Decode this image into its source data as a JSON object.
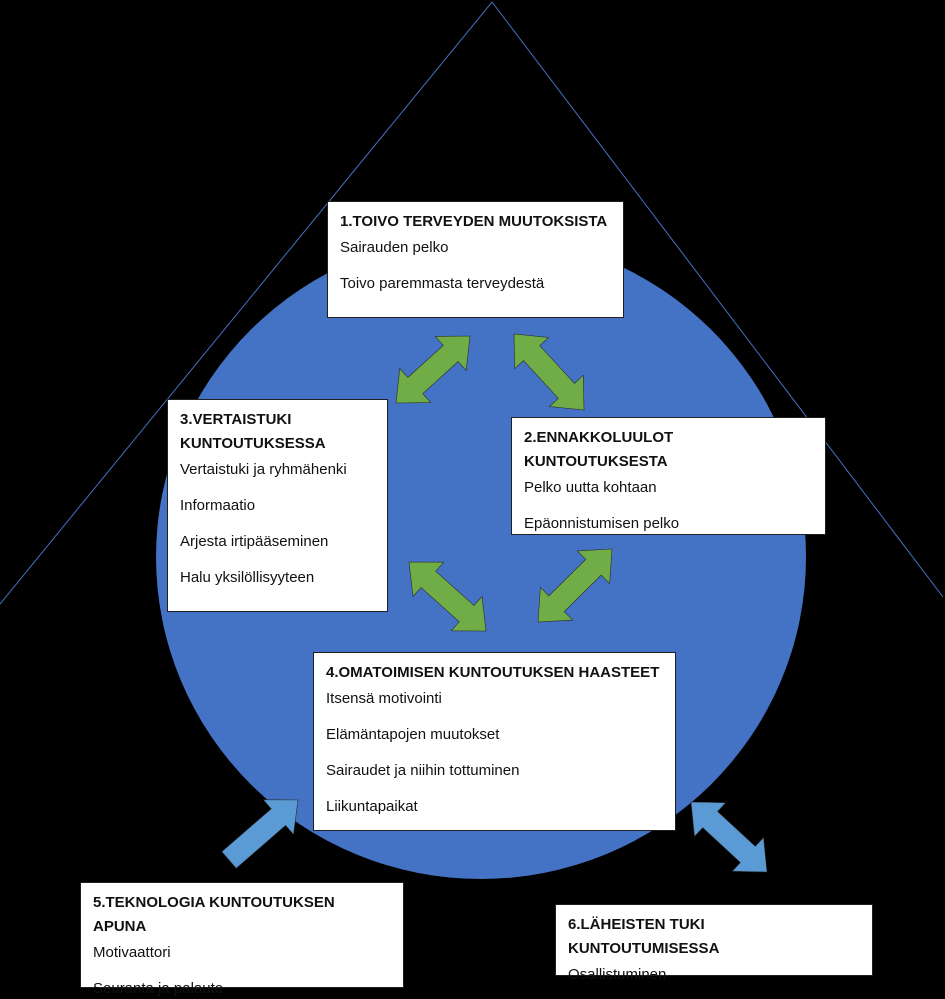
{
  "colors": {
    "background": "#000000",
    "circle": "#4472C4",
    "triangle_line": "#4472C4",
    "green_arrow": "#70AD47",
    "blue_arrow": "#5B9BD5",
    "box_fill": "#FFFFFF"
  },
  "boxes": {
    "b1": {
      "title": "1.TOIVO TERVEYDEN MUUTOKSISTA",
      "items": [
        "Sairauden pelko",
        "Toivo paremmasta terveydestä"
      ]
    },
    "b2": {
      "title": "2.ENNAKKOLUULOT KUNTOUTUKSESTA",
      "items": [
        "Pelko uutta kohtaan",
        "Epäonnistumisen pelko"
      ]
    },
    "b3": {
      "title": "3.VERTAISTUKI KUNTOUTUKSESSA",
      "items": [
        "Vertaistuki ja ryhmähenki",
        "Informaatio",
        "Arjesta irtipääseminen",
        "Halu yksilöllisyyteen"
      ]
    },
    "b4": {
      "title": "4.OMATOIMISEN KUNTOUTUKSEN HAASTEET",
      "items": [
        "Itsensä motivointi",
        "Elämäntapojen muutokset",
        "Sairaudet ja niihin tottuminen",
        "Liikuntapaikat"
      ]
    },
    "b5": {
      "title": "5.TEKNOLOGIA KUNTOUTUKSEN APUNA",
      "items": [
        "Motivaattori",
        "Seuranta ja palaute"
      ]
    },
    "b6": {
      "title": "6.LÄHEISTEN TUKI KUNTOUTUMISESSA",
      "items": [
        "Osallistuminen"
      ]
    }
  },
  "connectors": [
    {
      "from": "b1",
      "to": "b3",
      "kind": "double",
      "color": "green"
    },
    {
      "from": "b1",
      "to": "b2",
      "kind": "double",
      "color": "green"
    },
    {
      "from": "b3",
      "to": "b4",
      "kind": "double",
      "color": "green"
    },
    {
      "from": "b2",
      "to": "b4",
      "kind": "double",
      "color": "green"
    },
    {
      "from": "b5",
      "to": "circle",
      "kind": "single",
      "color": "blue"
    },
    {
      "from": "circle",
      "to": "b6",
      "kind": "double",
      "color": "blue"
    }
  ]
}
